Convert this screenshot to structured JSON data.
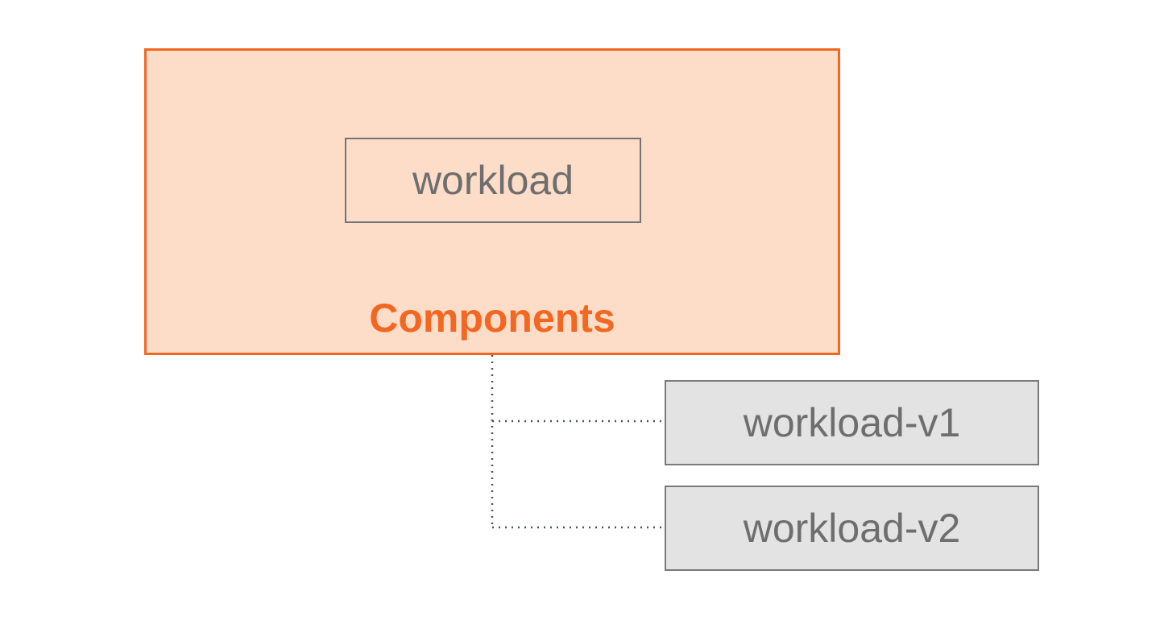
{
  "diagram": {
    "container": {
      "label": "Components",
      "fill_color": "#fddcc8",
      "border_color": "#f26722"
    },
    "inner_node": {
      "label": "workload"
    },
    "versions": [
      {
        "label": "workload-v1"
      },
      {
        "label": "workload-v2"
      }
    ],
    "connector_color": "#4a5468"
  }
}
